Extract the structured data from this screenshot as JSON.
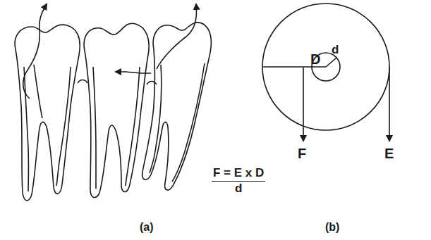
{
  "diagram": {
    "labels": [
      "D",
      "d",
      "F",
      "E",
      "F = E x D",
      "d",
      "(a)",
      "(b)"
    ]
  }
}
